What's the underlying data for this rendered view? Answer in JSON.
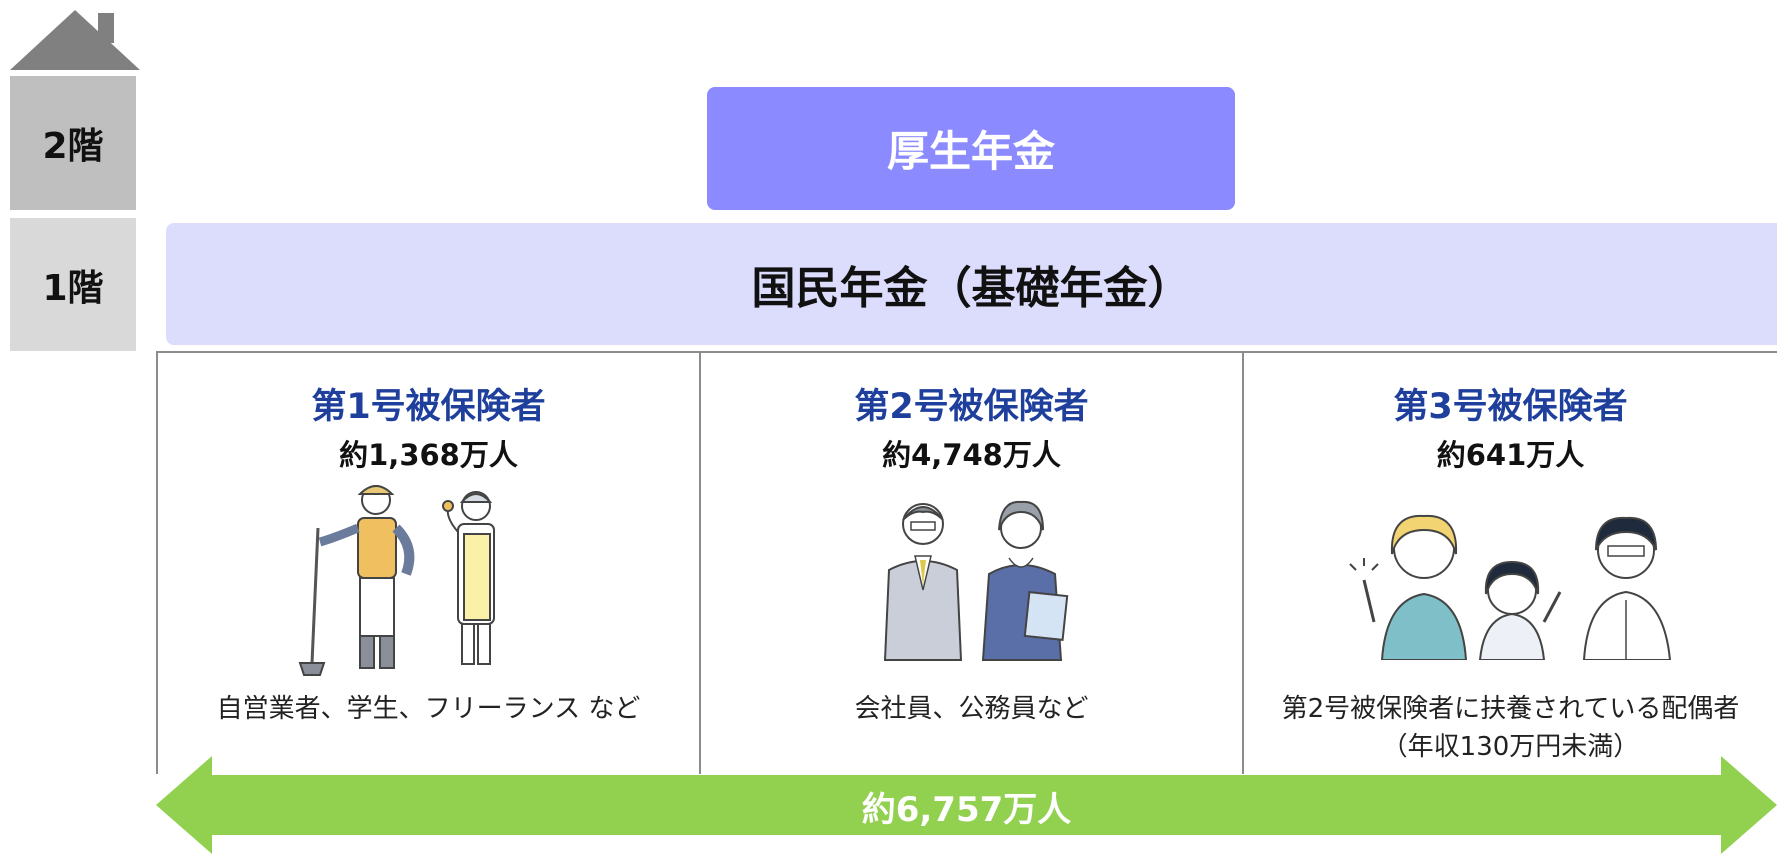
{
  "floors": {
    "floor2_label": "2階",
    "floor1_label": "1階"
  },
  "pensions": {
    "upper": "厚生年金",
    "lower": "国民年金（基礎年金）"
  },
  "columns": [
    {
      "name": "第1号被保険者",
      "count": "約1,368万人",
      "description": "自営業者、学生、フリーランス など",
      "description_note": ""
    },
    {
      "name": "第2号被保険者",
      "count": "約4,748万人",
      "description": "会社員、公務員など",
      "description_note": ""
    },
    {
      "name": "第3号被保険者",
      "count": "約641万人",
      "description": "第2号被保険者に扶養されている配偶者",
      "description_note": "（年収130万円未満）"
    }
  ],
  "total": "約6,757万人",
  "colors": {
    "roof": "#808080",
    "floor": "#bfbfbf",
    "kosei": "#8b8bff",
    "kokumin": "#dcdcfc",
    "insured_name": "#1f3f9c",
    "arrow": "#92d050"
  }
}
